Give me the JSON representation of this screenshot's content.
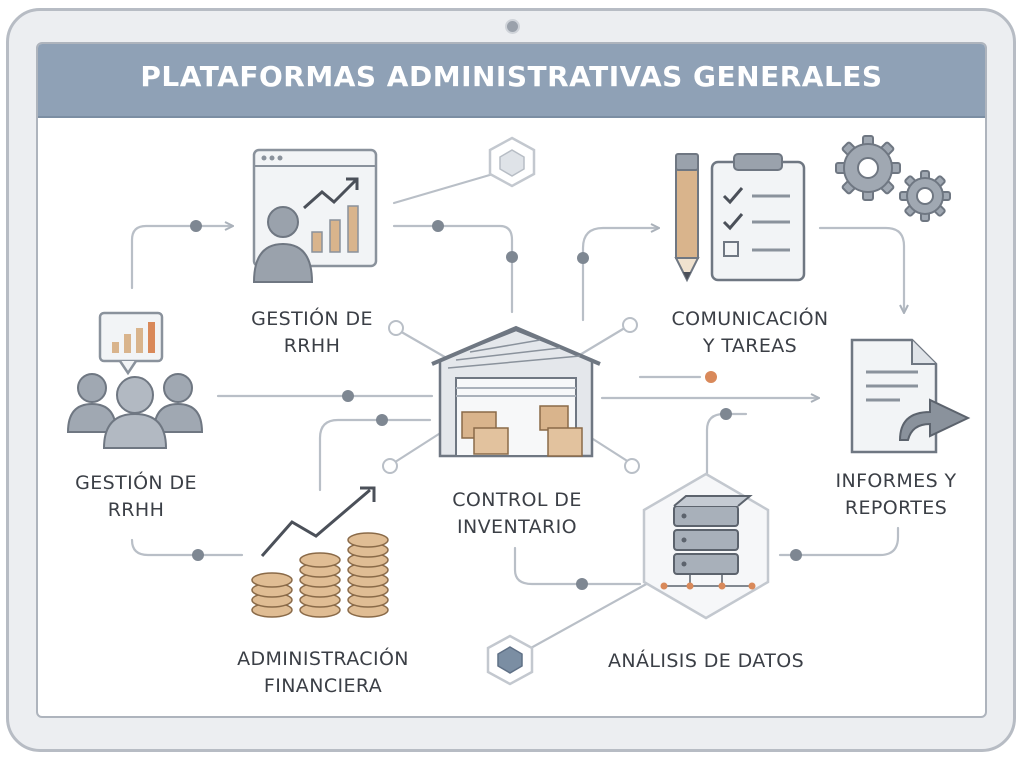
{
  "title": "PLATAFORMAS ADMINISTRATIVAS GENERALES",
  "nodes": {
    "hr_top": {
      "line1": "GESTIÓN DE",
      "line2": "RRHH",
      "icon": "hr-analytics-icon"
    },
    "hr_left": {
      "line1": "GESTIÓN DE",
      "line2": "RRHH",
      "icon": "people-group-icon"
    },
    "comms": {
      "line1": "COMUNICACIÓN",
      "line2": "Y TAREAS",
      "icon": "clipboard-checklist-icon"
    },
    "inventory": {
      "line1": "CONTROL DE",
      "line2": "INVENTARIO",
      "icon": "warehouse-icon"
    },
    "finance": {
      "line1": "ADMINISTRACIÓN",
      "line2": "FINANCIERA",
      "icon": "coins-growth-icon"
    },
    "reports": {
      "line1": "INFORMES Y",
      "line2": "REPORTES",
      "icon": "report-export-icon"
    },
    "data": {
      "line1": "ANÁLISIS DE DATOS",
      "icon": "server-database-icon"
    }
  },
  "decor": {
    "gears": "gears-icon",
    "hexagon_top": "hexagon-icon",
    "hexagon_bottom": "hexagon-icon"
  },
  "colors": {
    "title_bar": "#8fa1b6",
    "accent_tan": "#d9b48c",
    "accent_orange": "#d9895a",
    "icon_gray": "#8a929c",
    "line_gray": "#b6bcc4",
    "text": "#3b3f46"
  }
}
